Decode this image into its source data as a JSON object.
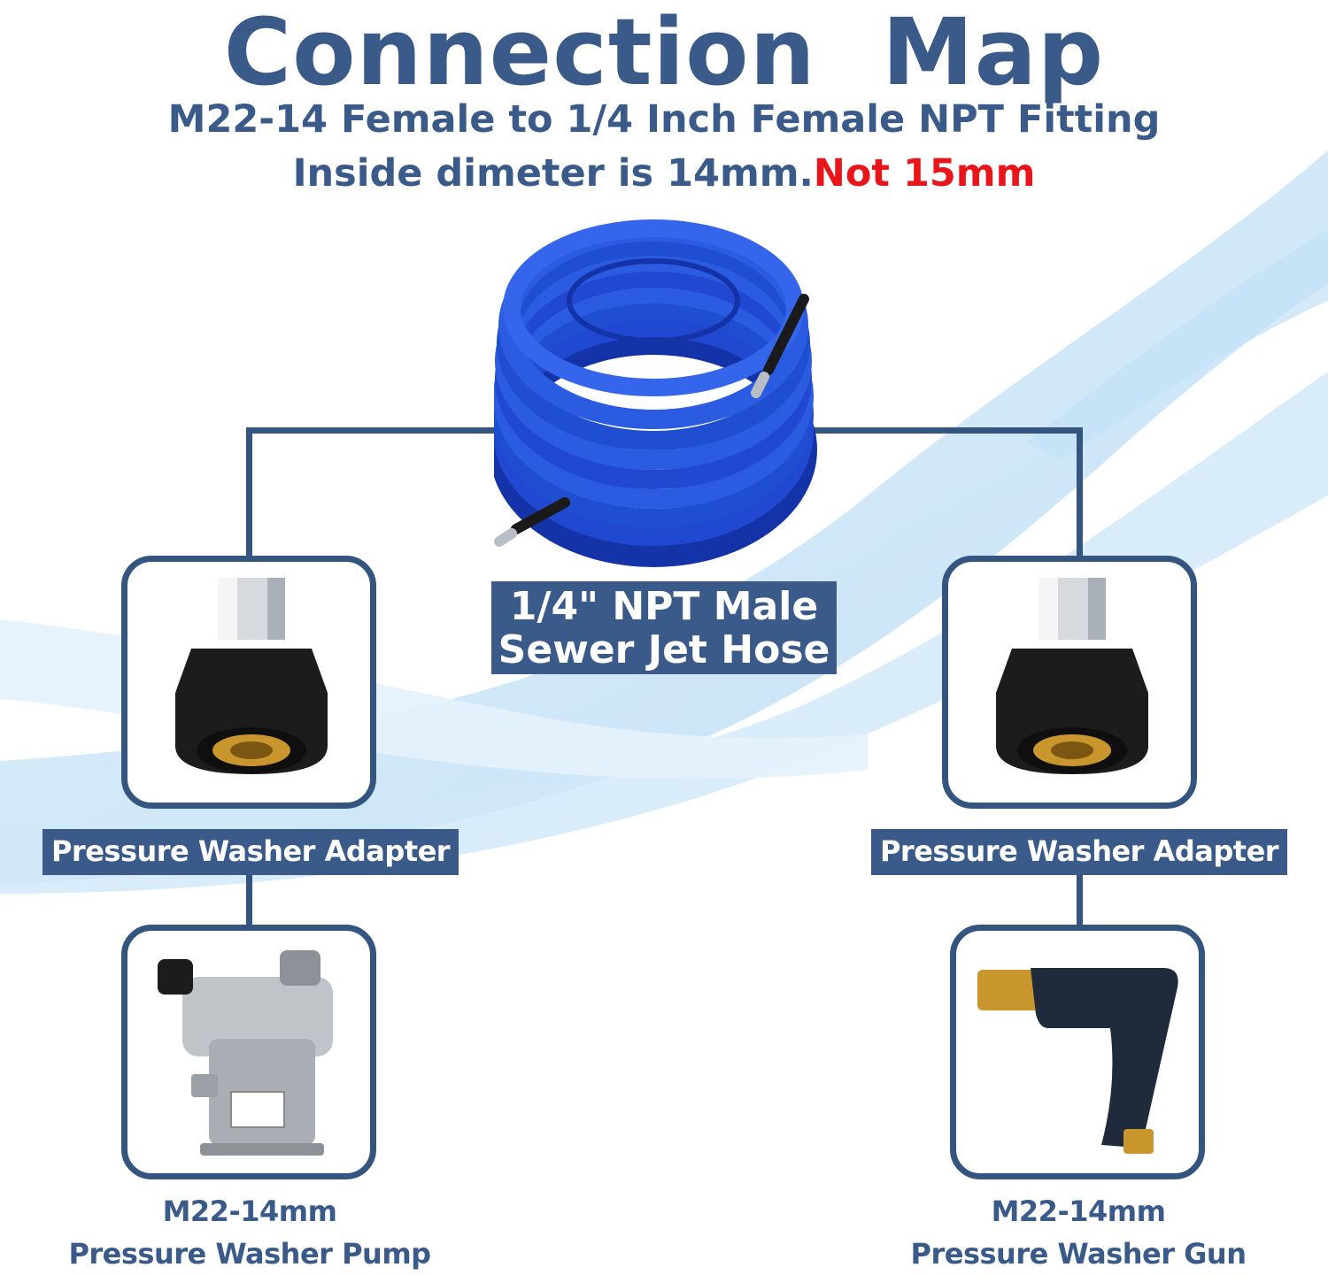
{
  "header": {
    "title": "Connection  Map",
    "subtitle": "M22-14 Female to 1/4 Inch Female NPT Fitting",
    "note_main": "Inside dimeter is 14mm.",
    "note_warning": "Not 15mm"
  },
  "hose": {
    "label_line1": "1/4\" NPT Male",
    "label_line2": "Sewer Jet Hose",
    "icon": "coiled-hose-icon"
  },
  "left_branch": {
    "adapter_label": "Pressure Washer Adapter",
    "adapter_icon": "adapter-fitting-icon",
    "device_icon": "pump-icon",
    "device_line1": "M22-14mm",
    "device_line2": "Pressure Washer Pump"
  },
  "right_branch": {
    "adapter_label": "Pressure Washer Adapter",
    "adapter_icon": "adapter-fitting-icon",
    "device_icon": "spray-gun-icon",
    "device_line1": "M22-14mm",
    "device_line2": "Pressure Washer Gun"
  },
  "colors": {
    "brand_navy": "#3a5a8a",
    "warning_red": "#e8161a",
    "hose_blue": "#1f4fd0"
  }
}
